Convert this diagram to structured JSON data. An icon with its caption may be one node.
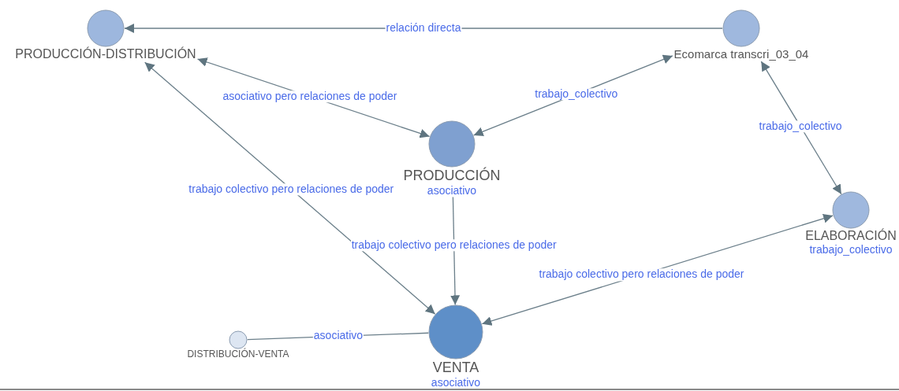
{
  "diagram": {
    "nodes": [
      {
        "text": [
          "PRODUCCIÓN-DISTRIBUCIÓN"
        ]
      },
      {
        "text": [
          "Ecomarca transcri_03_04"
        ]
      },
      {
        "text": [
          "PRODUCCIÓN"
        ],
        "beside": [
          "asociativo"
        ]
      },
      {
        "text": [
          "ELABORACIÓN"
        ],
        "beside": [
          "trabajo_colectivo"
        ]
      },
      {
        "text": [
          "DISTRIBUCIÓN-VENTA"
        ]
      },
      {
        "text": [
          "VENTA"
        ],
        "beside": [
          "asociativo"
        ]
      }
    ],
    "edges": [
      {
        "from": 1,
        "to": 0,
        "arrow": "to",
        "label": "relación directa"
      },
      {
        "from": 2,
        "to": 0,
        "arrow": "both",
        "label": "asociativo pero relaciones de poder"
      },
      {
        "from": 2,
        "to": 1,
        "arrow": "both",
        "label": "trabajo_colectivo"
      },
      {
        "from": 1,
        "to": 3,
        "arrow": "both",
        "label": "trabajo_colectivo"
      },
      {
        "from": 5,
        "to": 0,
        "arrow": "both",
        "label": "trabajo colectivo pero relaciones de poder"
      },
      {
        "from": 2,
        "to": 5,
        "arrow": "to",
        "label": "trabajo colectivo pero relaciones de poder"
      },
      {
        "from": 3,
        "to": 5,
        "arrow": "both",
        "label": "trabajo colectivo pero relaciones de poder"
      },
      {
        "from": 4,
        "to": 5,
        "arrow": "none",
        "label": "asociativo"
      }
    ]
  }
}
